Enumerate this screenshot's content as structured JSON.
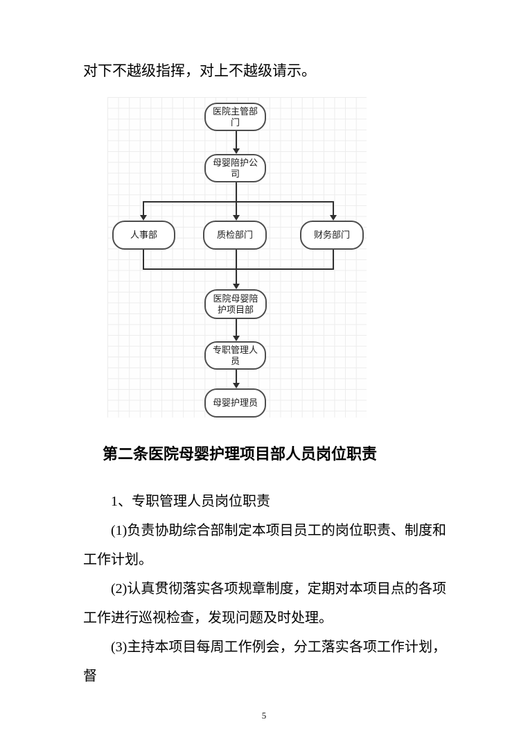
{
  "document": {
    "intro": "对下不越级指挥，对上不越级请示。",
    "heading": "第二条医院母婴护理项目部人员岗位职责",
    "paragraphs": [
      "1、专职管理人员岗位职责",
      "(1)负责协助综合部制定本项目员工的岗位职责、制度和工作计划。",
      "(2)认真贯彻落实各项规章制度，定期对本项目点的各项工作进行巡视检查，发现问题及时处理。",
      "(3)主持本项目每周工作例会，分工落实各项工作计划，督"
    ],
    "page_number": "5"
  },
  "flowchart": {
    "nodes": [
      {
        "id": "hospital-authority",
        "label": "医院主管部门"
      },
      {
        "id": "care-company",
        "label": "母婴陪护公司"
      },
      {
        "id": "hr-dept",
        "label": "人事部"
      },
      {
        "id": "qa-dept",
        "label": "质检部门"
      },
      {
        "id": "finance-dept",
        "label": "财务部门"
      },
      {
        "id": "project-dept",
        "label": "医院母婴陪护项目部"
      },
      {
        "id": "managers",
        "label": "专职管理人员"
      },
      {
        "id": "caregivers",
        "label": "母婴护理员"
      }
    ],
    "colors": {
      "node_border": "#4d4d4d",
      "connector": "#2f2f2f",
      "grid": "#ececec",
      "node_fill": "#ffffff"
    }
  }
}
